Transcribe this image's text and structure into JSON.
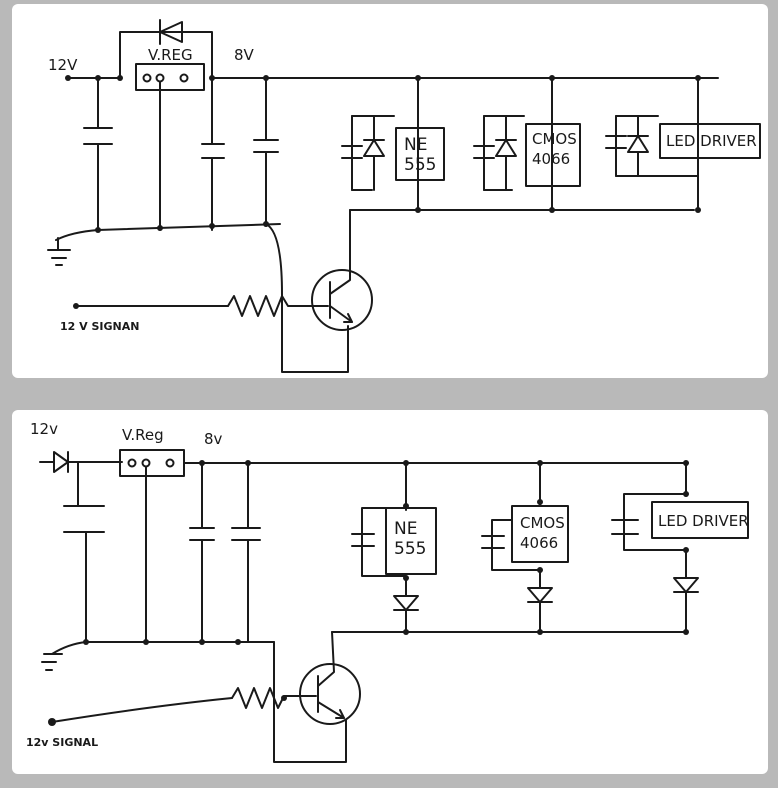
{
  "top_schematic": {
    "supply_label": "12V",
    "regulator_label": "V.REG",
    "regulated_label": "8V",
    "chips": [
      "NE 555",
      "CMOS 4066",
      "LED DRIVER"
    ],
    "signal_label": "12 V SIGNAN"
  },
  "bottom_schematic": {
    "supply_label": "12v",
    "regulator_label": "V.Reg",
    "regulated_label": "8v",
    "chips": [
      "NE 555",
      "CMOS 4066",
      "LED DRIVER"
    ],
    "signal_label": "12v SIGNAL"
  }
}
